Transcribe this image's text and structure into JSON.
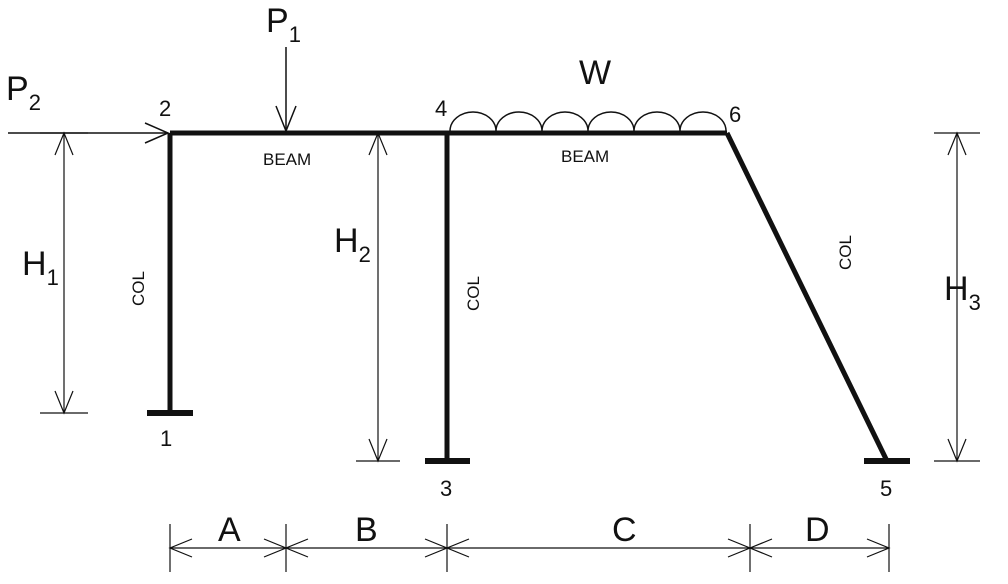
{
  "loads": {
    "point_vertical": "P",
    "point_vertical_sub": "1",
    "point_horizontal": "P",
    "point_horizontal_sub": "2",
    "distributed": "W"
  },
  "nodes": [
    "1",
    "2",
    "3",
    "4",
    "5",
    "6"
  ],
  "members": {
    "beam_left": "BEAM",
    "beam_right": "BEAM",
    "col_left": "COL",
    "col_middle": "COL",
    "col_right": "COL"
  },
  "heights": [
    {
      "main": "H",
      "sub": "1"
    },
    {
      "main": "H",
      "sub": "2"
    },
    {
      "main": "H",
      "sub": "3"
    }
  ],
  "spans": [
    "A",
    "B",
    "C",
    "D"
  ],
  "colors": {
    "line": "#111111",
    "background": "#ffffff"
  }
}
